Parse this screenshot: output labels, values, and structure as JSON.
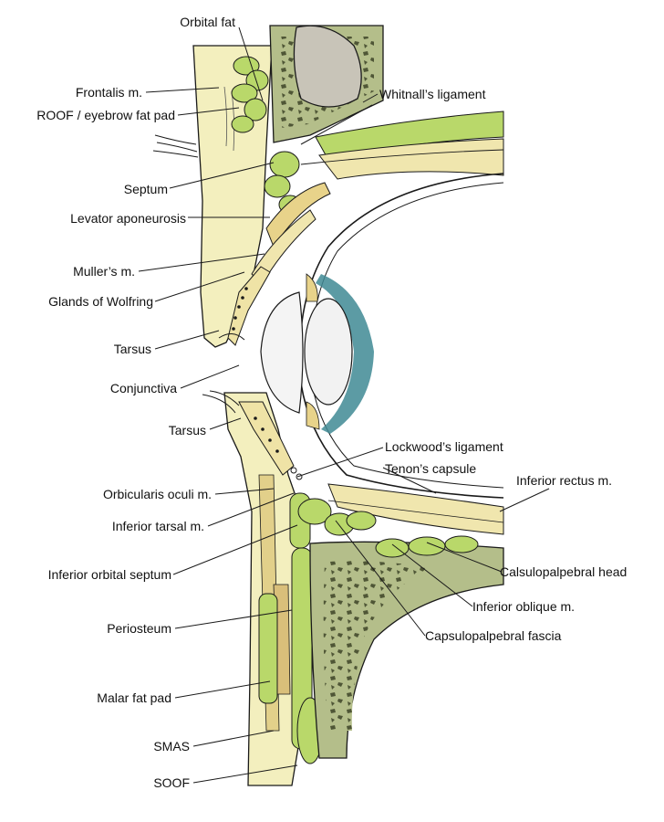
{
  "labels": {
    "orbital_fat": "Orbital fat",
    "frontalis": "Frontalis m.",
    "roof": "ROOF / eyebrow fat pad",
    "septum": "Septum",
    "levator": "Levator aponeurosis",
    "muller": "Muller’s m.",
    "wolfring": "Glands of Wolfring",
    "tarsus_upper": "Tarsus",
    "conjunctiva": "Conjunctiva",
    "tarsus_lower": "Tarsus",
    "orbicularis": "Orbicularis oculi m.",
    "inferior_tarsal": "Inferior tarsal m.",
    "inferior_septum": "Inferior orbital septum",
    "periosteum": "Periosteum",
    "malar": "Malar fat pad",
    "smas": "SMAS",
    "soof": "SOOF",
    "whitnall": "Whitnall’s ligament",
    "lockwood": "Lockwood’s ligament",
    "tenon": "Tenon’s capsule",
    "inferior_rectus": "Inferior rectus m.",
    "capsulopalpebral_head": "Calsulopalpebral head",
    "inferior_oblique": "Inferior oblique m.",
    "capsulopalpebral_fascia": "Capsulopalpebral fascia"
  },
  "colors": {
    "fat": "#b9d86a",
    "skin": "#f2eebb",
    "bone": "#b4be8a",
    "bone_interior": "#5e6642",
    "cornea_tint": "#3f8a94",
    "lens": "#eeeeee",
    "lines": "#1a1a1a"
  }
}
